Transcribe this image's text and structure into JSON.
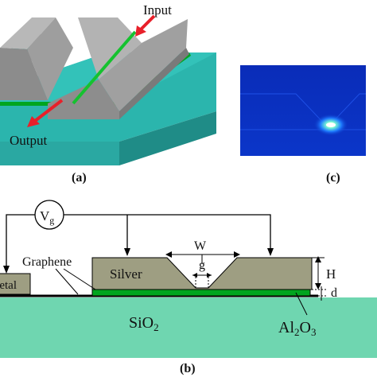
{
  "panel_a": {
    "label": "(a)",
    "input_label": "Input",
    "output_label": "Output"
  },
  "panel_c": {
    "label": "(c)"
  },
  "panel_b": {
    "label": "(b)",
    "voltage_main": "V",
    "voltage_sub": "g",
    "graphene_label": "Graphene",
    "metal_label": "Metal",
    "silver_label": "Silver",
    "sio2_main": "SiO",
    "sio2_sub": "2",
    "al_main": "Al",
    "al_sub1": "2",
    "o_main": "O",
    "al_sub2": "3",
    "w_label": "W",
    "g_label": "g",
    "h_label": "H",
    "d_label": "d"
  },
  "colors": {
    "silver": "#9e9e9e",
    "silver_dark": "#6f6f6f",
    "graphene": "#00a51e",
    "substrate_a": "#2bb5ad",
    "substrate_b": "#6fd6b0",
    "arrow_red": "#e8202a",
    "field_bg": "#0a2fbf"
  }
}
